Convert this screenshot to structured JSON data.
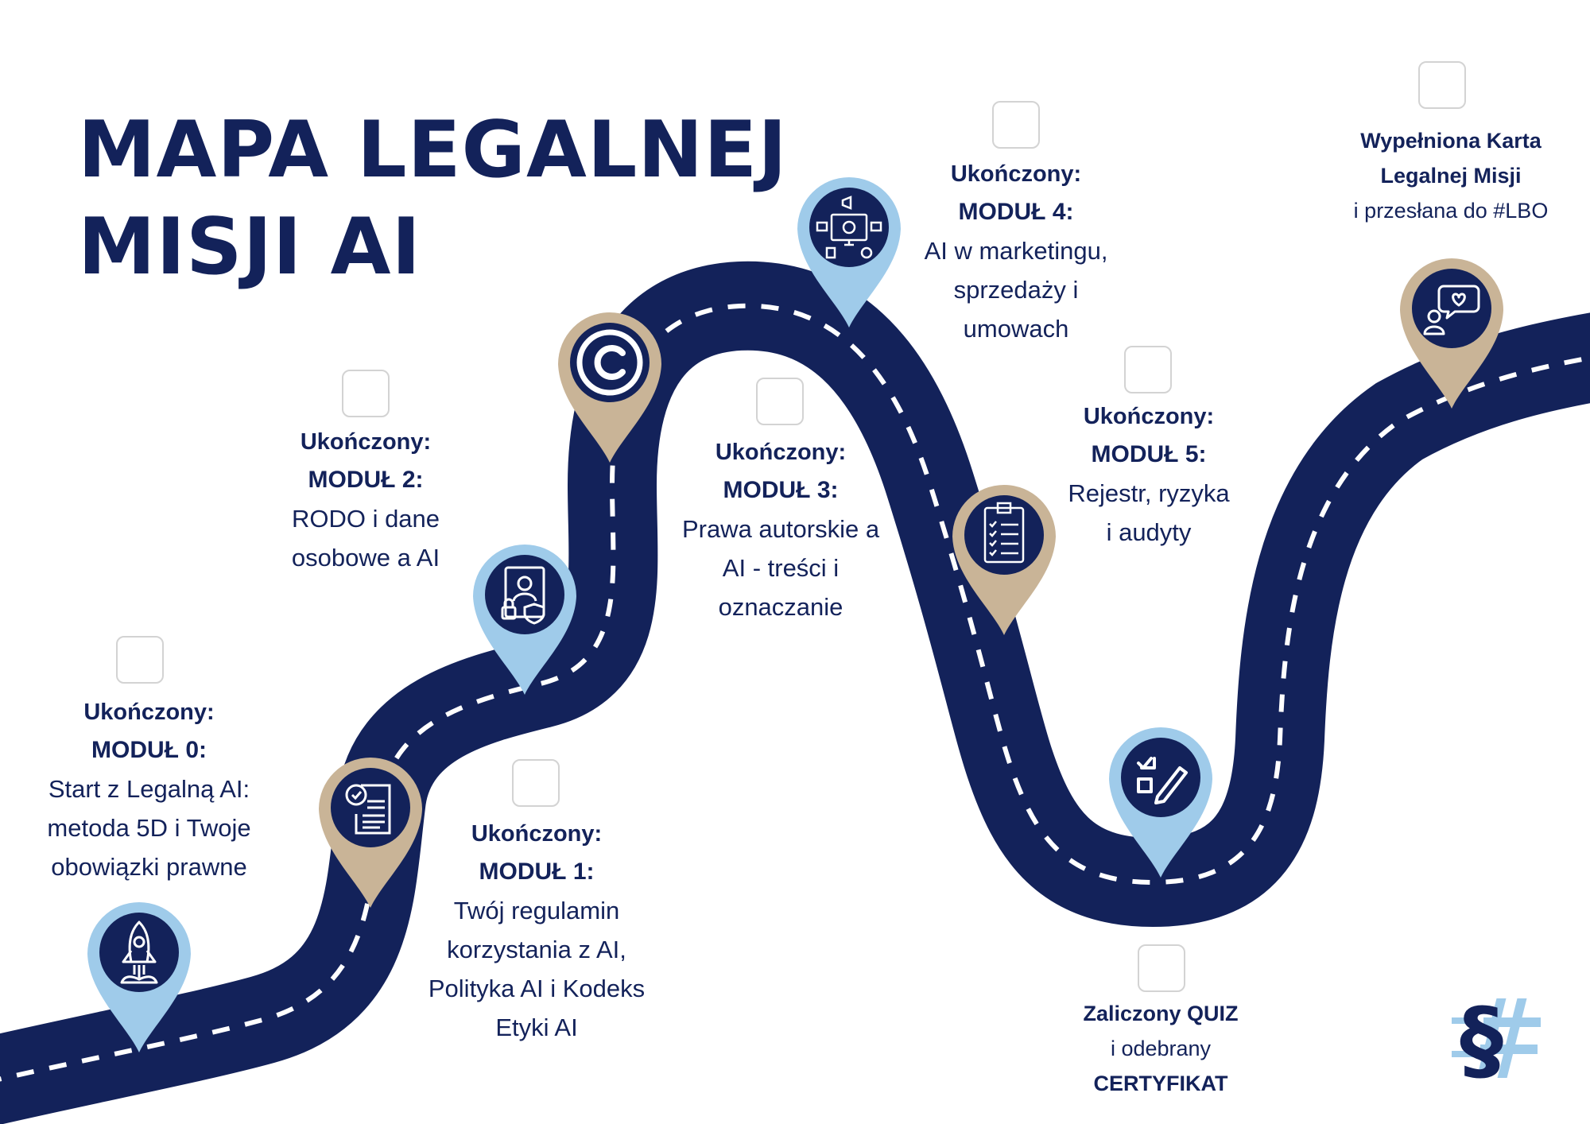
{
  "title": {
    "line1": "MAPA LEGALNEJ",
    "line2": "MISJI AI"
  },
  "colors": {
    "navy": "#13225a",
    "tan": "#c9b497",
    "light_blue": "#9fcbea",
    "dash": "#ffffff"
  },
  "milestones": [
    {
      "status": "Ukończony:",
      "module": "MODUŁ 0:",
      "desc": [
        "Start z Legalną AI:",
        "metoda 5D i Twoje",
        "obowiązki prawne"
      ],
      "icon": "rocket-icon",
      "pin_color": "light_blue"
    },
    {
      "status": "Ukończony:",
      "module": "MODUŁ 1:",
      "desc": [
        "Twój regulamin",
        "korzystania z AI,",
        "Polityka AI i Kodeks",
        "Etyki AI"
      ],
      "icon": "certificate-document-icon",
      "pin_color": "tan"
    },
    {
      "status": "Ukończony:",
      "module": "MODUŁ 2:",
      "desc": [
        "RODO i dane",
        "osobowe a AI"
      ],
      "icon": "personal-data-protection-icon",
      "pin_color": "light_blue"
    },
    {
      "status": "Ukończony:",
      "module": "MODUŁ 3:",
      "desc": [
        "Prawa autorskie a",
        "AI - treści i",
        "oznaczanie"
      ],
      "icon": "copyright-icon",
      "pin_color": "tan"
    },
    {
      "status": "Ukończony:",
      "module": "MODUŁ 4:",
      "desc": [
        "AI w marketingu,",
        "sprzedaży i",
        "umowach"
      ],
      "icon": "marketing-monitor-icon",
      "pin_color": "light_blue"
    },
    {
      "status": "Ukończony:",
      "module": "MODUŁ 5:",
      "desc": [
        "Rejestr, ryzyka",
        "i audyty"
      ],
      "icon": "checklist-icon",
      "pin_color": "tan"
    }
  ],
  "quiz": {
    "line1": "Zaliczony QUIZ",
    "line2": "i odebrany",
    "line3": "CERTYFIKAT",
    "icon": "quiz-checklist-pen-icon",
    "pin_color": "light_blue"
  },
  "final": {
    "line1": "Wypełniona Karta",
    "line2": "Legalnej Misji",
    "line3": "i przesłana do #LBO",
    "icon": "chat-heart-user-icon",
    "pin_color": "tan"
  },
  "logo": {
    "icon": "paragraph-hash-logo"
  }
}
